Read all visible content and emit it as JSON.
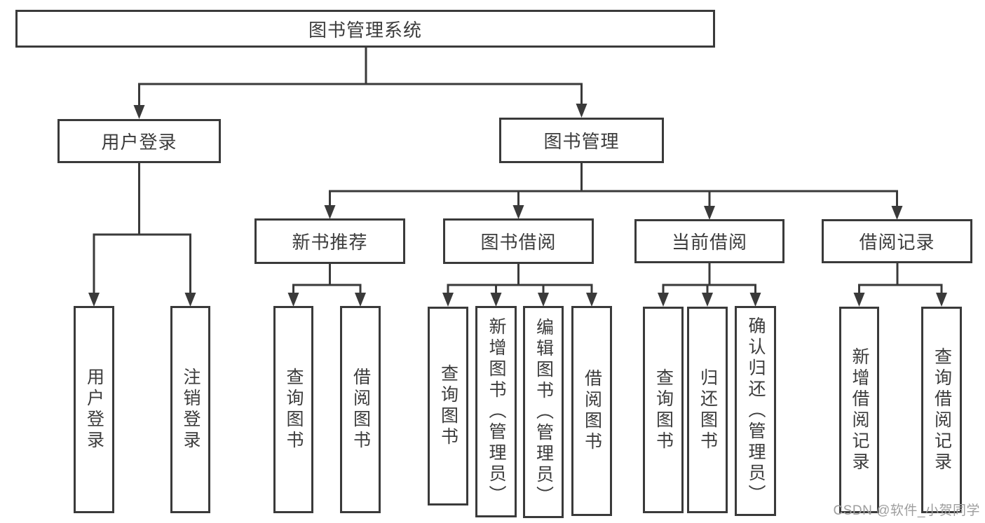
{
  "tree": {
    "root": {
      "label": "图书管理系统"
    },
    "branches": [
      {
        "label": "用户登录",
        "children": [
          {
            "label": "用户登录"
          },
          {
            "label": "注销登录"
          }
        ]
      },
      {
        "label": "图书管理",
        "children": [
          {
            "label": "新书推荐",
            "children": [
              {
                "label": "查询图书"
              },
              {
                "label": "借阅图书"
              }
            ]
          },
          {
            "label": "图书借阅",
            "children": [
              {
                "label": "查询图书"
              },
              {
                "label": "新增图书（管理员）"
              },
              {
                "label": "编辑图书（管理员）"
              },
              {
                "label": "借阅图书"
              }
            ]
          },
          {
            "label": "当前借阅",
            "children": [
              {
                "label": "查询图书"
              },
              {
                "label": "归还图书"
              },
              {
                "label": "确认归还（管理员）"
              }
            ]
          },
          {
            "label": "借阅记录",
            "children": [
              {
                "label": "新增借阅记录"
              },
              {
                "label": "查询借阅记录"
              }
            ]
          }
        ]
      }
    ]
  },
  "watermark": {
    "text": "CSDN @软件_小贺同学"
  },
  "colors": {
    "line": "#3a3a3a",
    "box_border": "#3a3a3a",
    "text": "#3c3c3c",
    "watermark": "#9e9e9e",
    "background": "#ffffff"
  }
}
